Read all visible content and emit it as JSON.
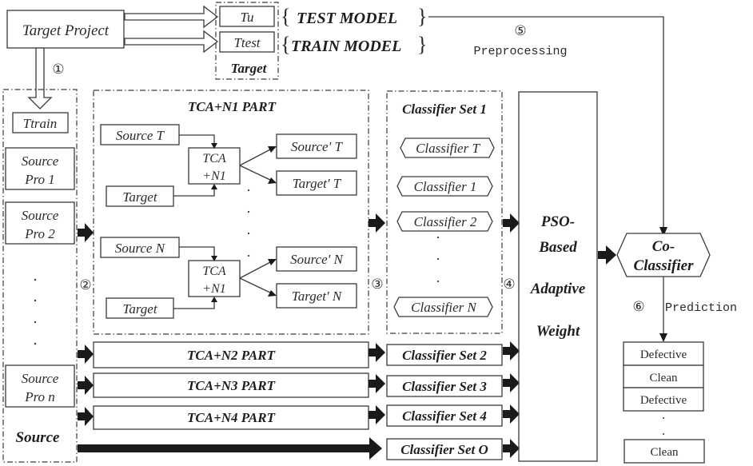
{
  "diagram": {
    "target_project": "Target Project",
    "target_group": {
      "label": "Target",
      "items": [
        "Tu",
        "Ttest"
      ]
    },
    "models": {
      "test": "TEST MODEL",
      "train": "TRAIN MODEL"
    },
    "preprocessing": {
      "step": "⑤",
      "label": "Preprocessing"
    },
    "step_markers": {
      "s1": "①",
      "s2": "②",
      "s3": "③",
      "s4": "④",
      "s6": "⑥"
    },
    "source_group": {
      "label": "Source",
      "ttrain": "Ttrain",
      "projects": [
        {
          "line1": "Source",
          "line2": "Pro 1"
        },
        {
          "line1": "Source",
          "line2": "Pro 2"
        },
        {
          "line1": "Source",
          "line2": "Pro n"
        }
      ]
    },
    "tca_n1_part": {
      "title": "TCA+N1 PART",
      "blocks": [
        {
          "source": "Source T",
          "target": "Target",
          "op_line1": "TCA",
          "op_line2": "+N1",
          "out_source": "Source' T",
          "out_target": "Target' T"
        },
        {
          "source": "Source N",
          "target": "Target",
          "op_line1": "TCA",
          "op_line2": "+N1",
          "out_source": "Source' N",
          "out_target": "Target' N"
        }
      ]
    },
    "other_parts": [
      "TCA+N2 PART",
      "TCA+N3 PART",
      "TCA+N4 PART"
    ],
    "classifier_set_1": {
      "title": "Classifier Set 1",
      "classifiers": [
        "Classifier T",
        "Classifier 1",
        "Classifier 2",
        "Classifier N"
      ]
    },
    "classifier_sets": [
      "Classifier Set 2",
      "Classifier Set 3",
      "Classifier Set 4",
      "Classifier Set O"
    ],
    "pso": {
      "line1": "PSO-",
      "line2": "Based",
      "line3": "Adaptive",
      "line4": "Weight"
    },
    "co_classifier": {
      "line1": "Co-",
      "line2": "Classifier"
    },
    "prediction": {
      "label": "Prediction",
      "results": [
        "Defective",
        "Clean",
        "Defective"
      ],
      "last_result": "Clean"
    }
  }
}
